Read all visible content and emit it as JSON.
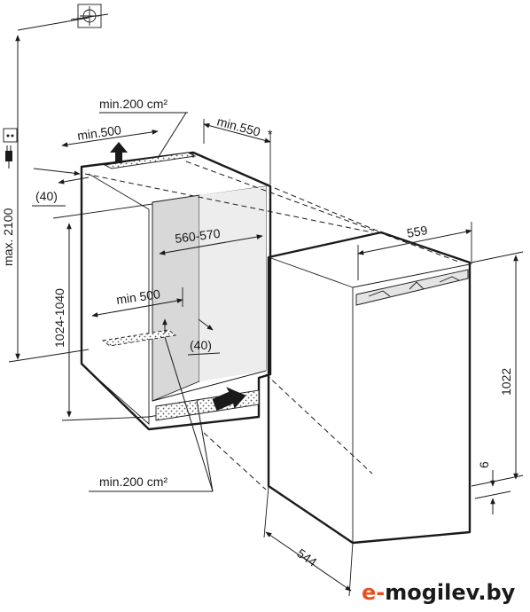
{
  "dimensions": {
    "max_height": "max. 2100",
    "niche_height": "1024-1040",
    "vent_area_top": "min.200 cm²",
    "vent_area_bottom": "min.200 cm²",
    "depth_top": "min.500",
    "depth_bottom": "min 500",
    "gap_top": "(40)",
    "gap_bottom": "(40)",
    "depth_niche": "min.550",
    "depth_niche_note": "*",
    "niche_width": "560-570",
    "appliance_width": "559",
    "appliance_height": "1022",
    "appliance_depth": "544",
    "base_offset": "6"
  },
  "watermark": {
    "text": "e-mogilev.by",
    "prefix": "e-",
    "brand": "mogilev",
    "suffix": ".by"
  },
  "icons": [
    "socket-icon",
    "plug-icon",
    "ceiling-socket-icon",
    "airflow-arrow-icon"
  ]
}
